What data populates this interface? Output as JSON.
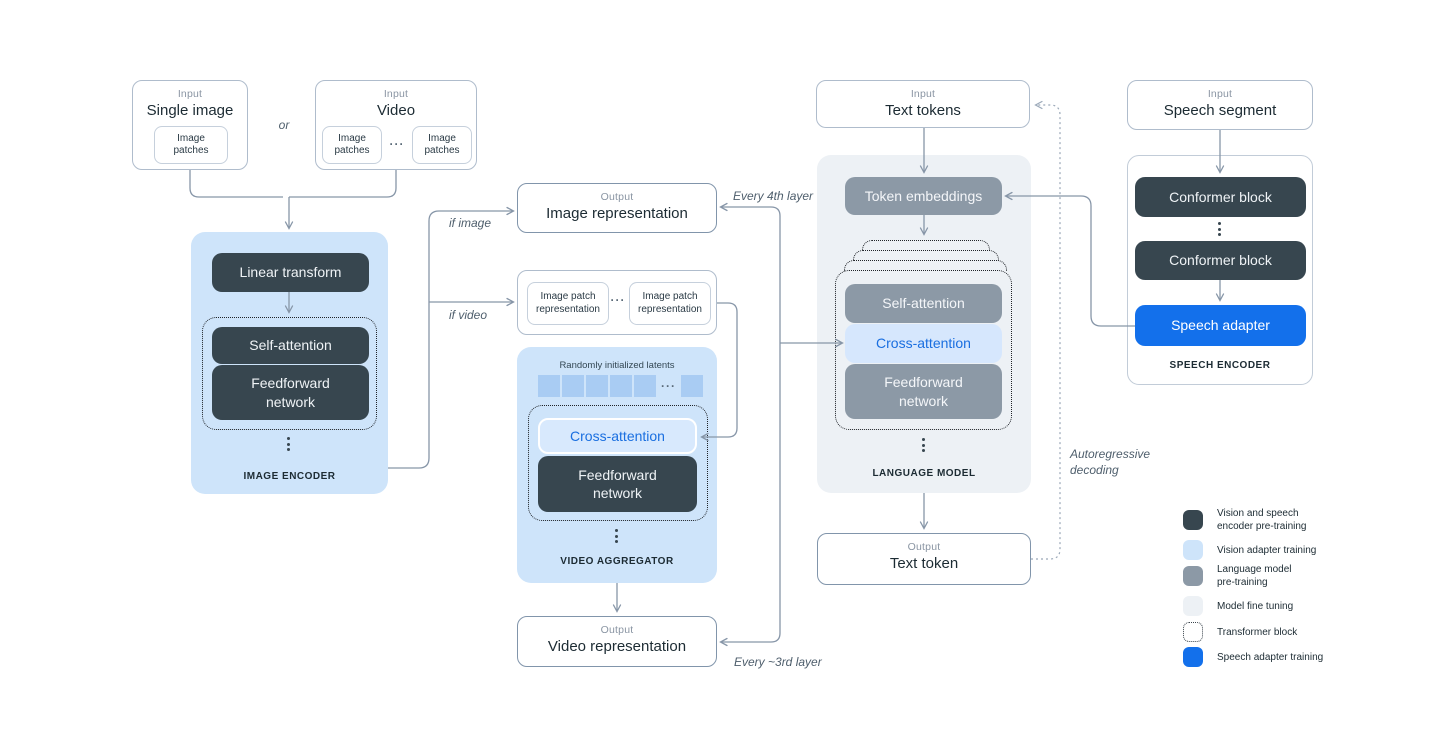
{
  "colors": {
    "encoder_dark": "#37464F",
    "vision_adapter_blue": "#CEE4FA",
    "language_model_gray": "#8C99A6",
    "fine_tuning_gray": "#EDF1F5",
    "speech_adapter_blue": "#1370EB",
    "cross_attention_text_blue": "#1A6FE0",
    "latent_square_blue": "#A9CCF3",
    "wire_gray": "#8796A8"
  },
  "inputs": {
    "single_image": {
      "kicker": "Input",
      "title": "Single image",
      "chip": "Image\npatches"
    },
    "or_label": "or",
    "video": {
      "kicker": "Input",
      "title": "Video",
      "chip_left": "Image\npatches",
      "chip_right": "Image\npatches",
      "ellipsis": "···"
    },
    "text_tokens": {
      "kicker": "Input",
      "title": "Text tokens"
    },
    "speech_segment": {
      "kicker": "Input",
      "title": "Speech segment"
    }
  },
  "image_encoder": {
    "linear_transform": "Linear transform",
    "self_attention": "Self-attention",
    "feedforward_network": "Feedforward\nnetwork",
    "caption": "IMAGE ENCODER"
  },
  "patch_row": {
    "chip_left": "Image patch\nrepresentation",
    "chip_right": "Image patch\nrepresentation",
    "ellipsis": "···"
  },
  "video_aggregator": {
    "latents_label": "Randomly initialized latents",
    "latents_ellipsis": "···",
    "cross_attention": "Cross-attention",
    "feedforward_network": "Feedforward\nnetwork",
    "caption": "VIDEO AGGREGATOR"
  },
  "language_model": {
    "token_embeddings": "Token embeddings",
    "self_attention": "Self-attention",
    "cross_attention": "Cross-attention",
    "feedforward_network": "Feedforward\nnetwork",
    "caption": "LANGUAGE MODEL"
  },
  "speech_encoder": {
    "conformer_block_top": "Conformer block",
    "conformer_block_bottom": "Conformer block",
    "speech_adapter": "Speech adapter",
    "caption": "SPEECH ENCODER"
  },
  "outputs": {
    "image_representation": {
      "kicker": "Output",
      "title": "Image representation"
    },
    "video_representation": {
      "kicker": "Output",
      "title": "Video representation"
    },
    "text_token": {
      "kicker": "Output",
      "title": "Text token"
    }
  },
  "edge_labels": {
    "if_image": "if image",
    "if_video": "if video",
    "every_4th_layer": "Every 4th layer",
    "every_3rd_layer": "Every ~3rd layer",
    "autoregressive_decoding": "Autoregressive\ndecoding"
  },
  "legend": {
    "items": [
      {
        "label": "Vision and speech\nencoder pre-training",
        "swatch": "dark"
      },
      {
        "label": "Vision adapter training",
        "swatch": "lightblue"
      },
      {
        "label": "Language model\npre-training",
        "swatch": "gray"
      },
      {
        "label": "Model fine tuning",
        "swatch": "lightgray"
      },
      {
        "label": "Transformer block",
        "swatch": "dotted"
      },
      {
        "label": "Speech adapter training",
        "swatch": "blue"
      }
    ]
  }
}
